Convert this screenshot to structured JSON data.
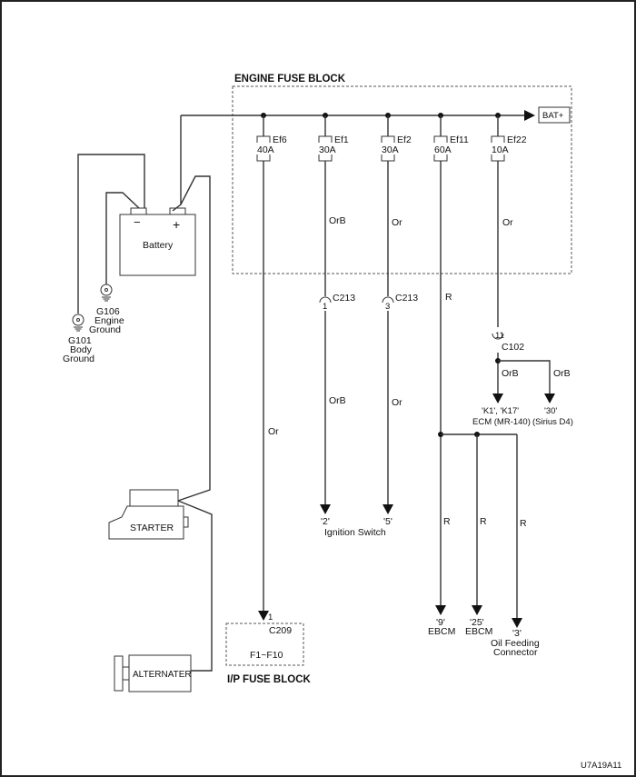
{
  "diagram": {
    "engine_fuse_block_title": "ENGINE FUSE BLOCK",
    "ip_fuse_block_title": "I/P FUSE BLOCK",
    "bat_plus_label": "BAT+",
    "figure_id": "U7A19A11",
    "battery": {
      "label": "Battery",
      "neg": "−",
      "pos": "+"
    },
    "grounds": [
      {
        "id": "G106",
        "line1": "Engine",
        "line2": "Ground"
      },
      {
        "id": "G101",
        "line1": "Body",
        "line2": "Ground"
      }
    ],
    "starter_label": "STARTER",
    "alternator_label": "ALTERNATER",
    "fuses": [
      {
        "name": "Ef6",
        "rating": "40A",
        "wire_color": "Or"
      },
      {
        "name": "Ef1",
        "rating": "30A",
        "wire_color": "OrB"
      },
      {
        "name": "Ef2",
        "rating": "30A",
        "wire_color": "Or"
      },
      {
        "name": "Ef11",
        "rating": "60A",
        "wire_color": "R"
      },
      {
        "name": "Ef22",
        "rating": "10A",
        "wire_color": "Or"
      }
    ],
    "connectors": {
      "c213_1": {
        "pin": "1",
        "name": "C213"
      },
      "c213_3": {
        "pin": "3",
        "name": "C213"
      },
      "c102": {
        "pin": "11",
        "name": "C102"
      },
      "c209": {
        "pin": "1",
        "name": "C209"
      }
    },
    "wire_labels": {
      "ef1_lower": "OrB",
      "ef2_lower": "Or",
      "ef11_mid": "R",
      "ecm_branch": "OrB",
      "sirius_branch": "OrB",
      "ebcm9": "R",
      "ebcm25": "R",
      "oil": "R"
    },
    "ip_fuse_range": "F1~F10",
    "destinations": {
      "ign2": "'2'",
      "ign5": "'5'",
      "ignition_switch": "Ignition Switch",
      "ecm_pins": "'K1', 'K17'",
      "ecm_name": "ECM (MR-140)",
      "sirius_pin": "'30'",
      "sirius_name": "(Sirius D4)",
      "ebcm9_pin": "'9'",
      "ebcm9_name": "EBCM",
      "ebcm25_pin": "'25'",
      "ebcm25_name": "EBCM",
      "oil_pin": "'3'",
      "oil_line1": "Oil Feeding",
      "oil_line2": "Connector"
    }
  }
}
